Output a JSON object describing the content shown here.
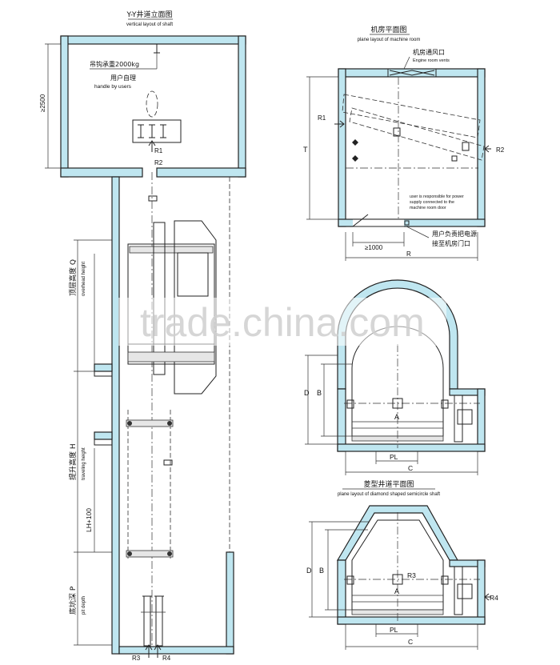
{
  "shaft_elevation": {
    "title_cn": "Y-Y井道立面图",
    "title_en": "vertical layout of shaft",
    "hook_load": "吊钩承重2000kg",
    "user_handle_cn": "用户自理",
    "user_handle_en": "handle by users",
    "height_min": "≥2500",
    "overhead_cn": "顶层高度 Q",
    "overhead_en": "overhead height",
    "travel_cn": "提升高度 H",
    "travel_en": "traveling height",
    "lh": "LH+100",
    "pit_cn": "底坑深 P",
    "pit_en": "pit depth",
    "r1": "R1",
    "r2": "R2",
    "r3": "R3",
    "r4": "R4"
  },
  "machine_room": {
    "title_cn": "机房平面图",
    "title_en": "plane layout of machine room",
    "vent_cn": "机房通风口",
    "vent_en": "Engine room vents",
    "power_en": "user is responsible for power supply connected to the machine room door",
    "power_cn1": "用户负责把电源",
    "power_cn2": "接至机房门口",
    "r1": "R1",
    "r2": "R2",
    "t": "T",
    "r": "R",
    "door_min": "≥1000"
  },
  "semicircle_plan": {
    "d": "D",
    "b": "B",
    "a": "A",
    "pl": "PL",
    "c": "C"
  },
  "diamond_plan": {
    "title_cn": "菱型井道平面图",
    "title_en": "plane layout of diamond shaped semicircle shaft",
    "d": "D",
    "b": "B",
    "a": "A",
    "r3": "R3",
    "r4": "R4",
    "pl": "PL",
    "c": "C"
  },
  "watermark": "trade.china.com",
  "colors": {
    "wall": "#bfe6f0",
    "line": "#222222",
    "watermark": "#d0d0d0"
  }
}
